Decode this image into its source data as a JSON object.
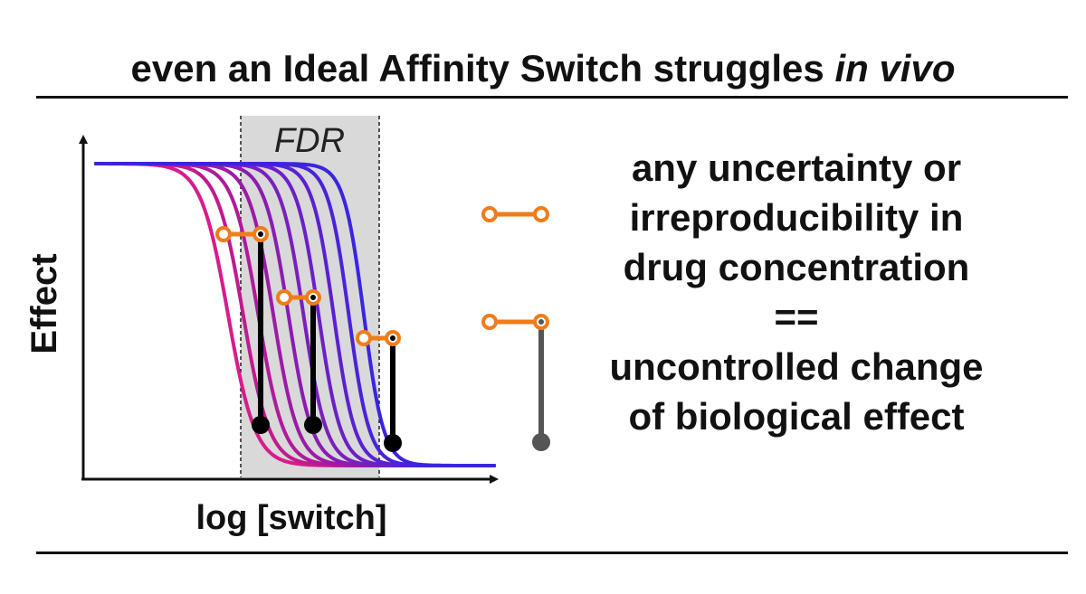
{
  "title": {
    "main": "even an Ideal Affinity Switch struggles",
    "emphasis": "in vivo"
  },
  "plot": {
    "xlabel": "log [switch]",
    "ylabel": "Effect",
    "window_label": "FDR",
    "curve_colors": [
      "#d81b8c",
      "#c2198f",
      "#b01a9a",
      "#9c1ba6",
      "#8a1cb2",
      "#7a1fbd",
      "#6a1fc8",
      "#5a20d2",
      "#4a22da",
      "#3b24e0"
    ],
    "marker_color": "#f07d1a",
    "drop_color": "#000000"
  },
  "legend": {
    "range_color": "#f07d1a",
    "drop_color": "#555555"
  },
  "message": {
    "lines": [
      "any uncertainty or",
      "irreproducibility in",
      "drug concentration",
      "==",
      "uncontrolled change",
      "of biological effect"
    ]
  }
}
